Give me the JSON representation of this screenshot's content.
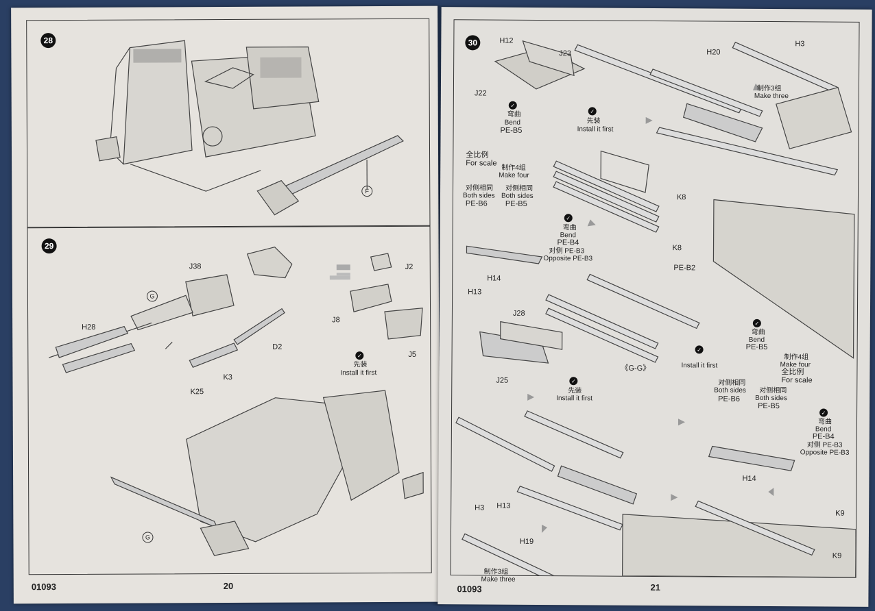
{
  "left_page": {
    "code": "01093",
    "number": "20",
    "step28": {
      "num": "28",
      "callout_f": "F"
    },
    "step29": {
      "num": "29",
      "labels": {
        "j38": "J38",
        "j2": "J2",
        "j8": "J8",
        "j5": "J5",
        "h28": "H28",
        "d2": "D2",
        "k3": "K3",
        "k25": "K25",
        "g": "G"
      },
      "install_first_zh": "先装",
      "install_first": "Install it first",
      "callout_g": "G"
    }
  },
  "right_page": {
    "code": "01093",
    "number": "21",
    "step30": {
      "num": "30",
      "labels": {
        "h12": "H12",
        "j23": "J23",
        "j22": "J22",
        "h3": "H3",
        "h20": "H20",
        "k8": "K8",
        "pe_b2": "PE-B2",
        "h14": "H14",
        "h13": "H13",
        "j28": "J28",
        "j25": "J25",
        "gg": "《G-G》",
        "h19": "H19",
        "k9": "K9",
        "pe_b5": "PE-B5",
        "pe_b6": "PE-B6",
        "pe_b4": "PE-B4",
        "pe_b3": "PE-B3"
      },
      "bend_zh": "弯曲",
      "bend": "Bend",
      "install_first_zh": "先装",
      "install_first": "Install it first",
      "make_three_zh": "制作3组",
      "make_three": "Make three",
      "make_four_zh": "制作4组",
      "make_four": "Make four",
      "scale_zh": "全比例",
      "scale": "For scale",
      "both_sides_zh": "对侧相同",
      "both_sides": "Both sides",
      "opposite_zh": "对侧 PE-B3",
      "opposite": "Opposite PE-B3"
    }
  }
}
